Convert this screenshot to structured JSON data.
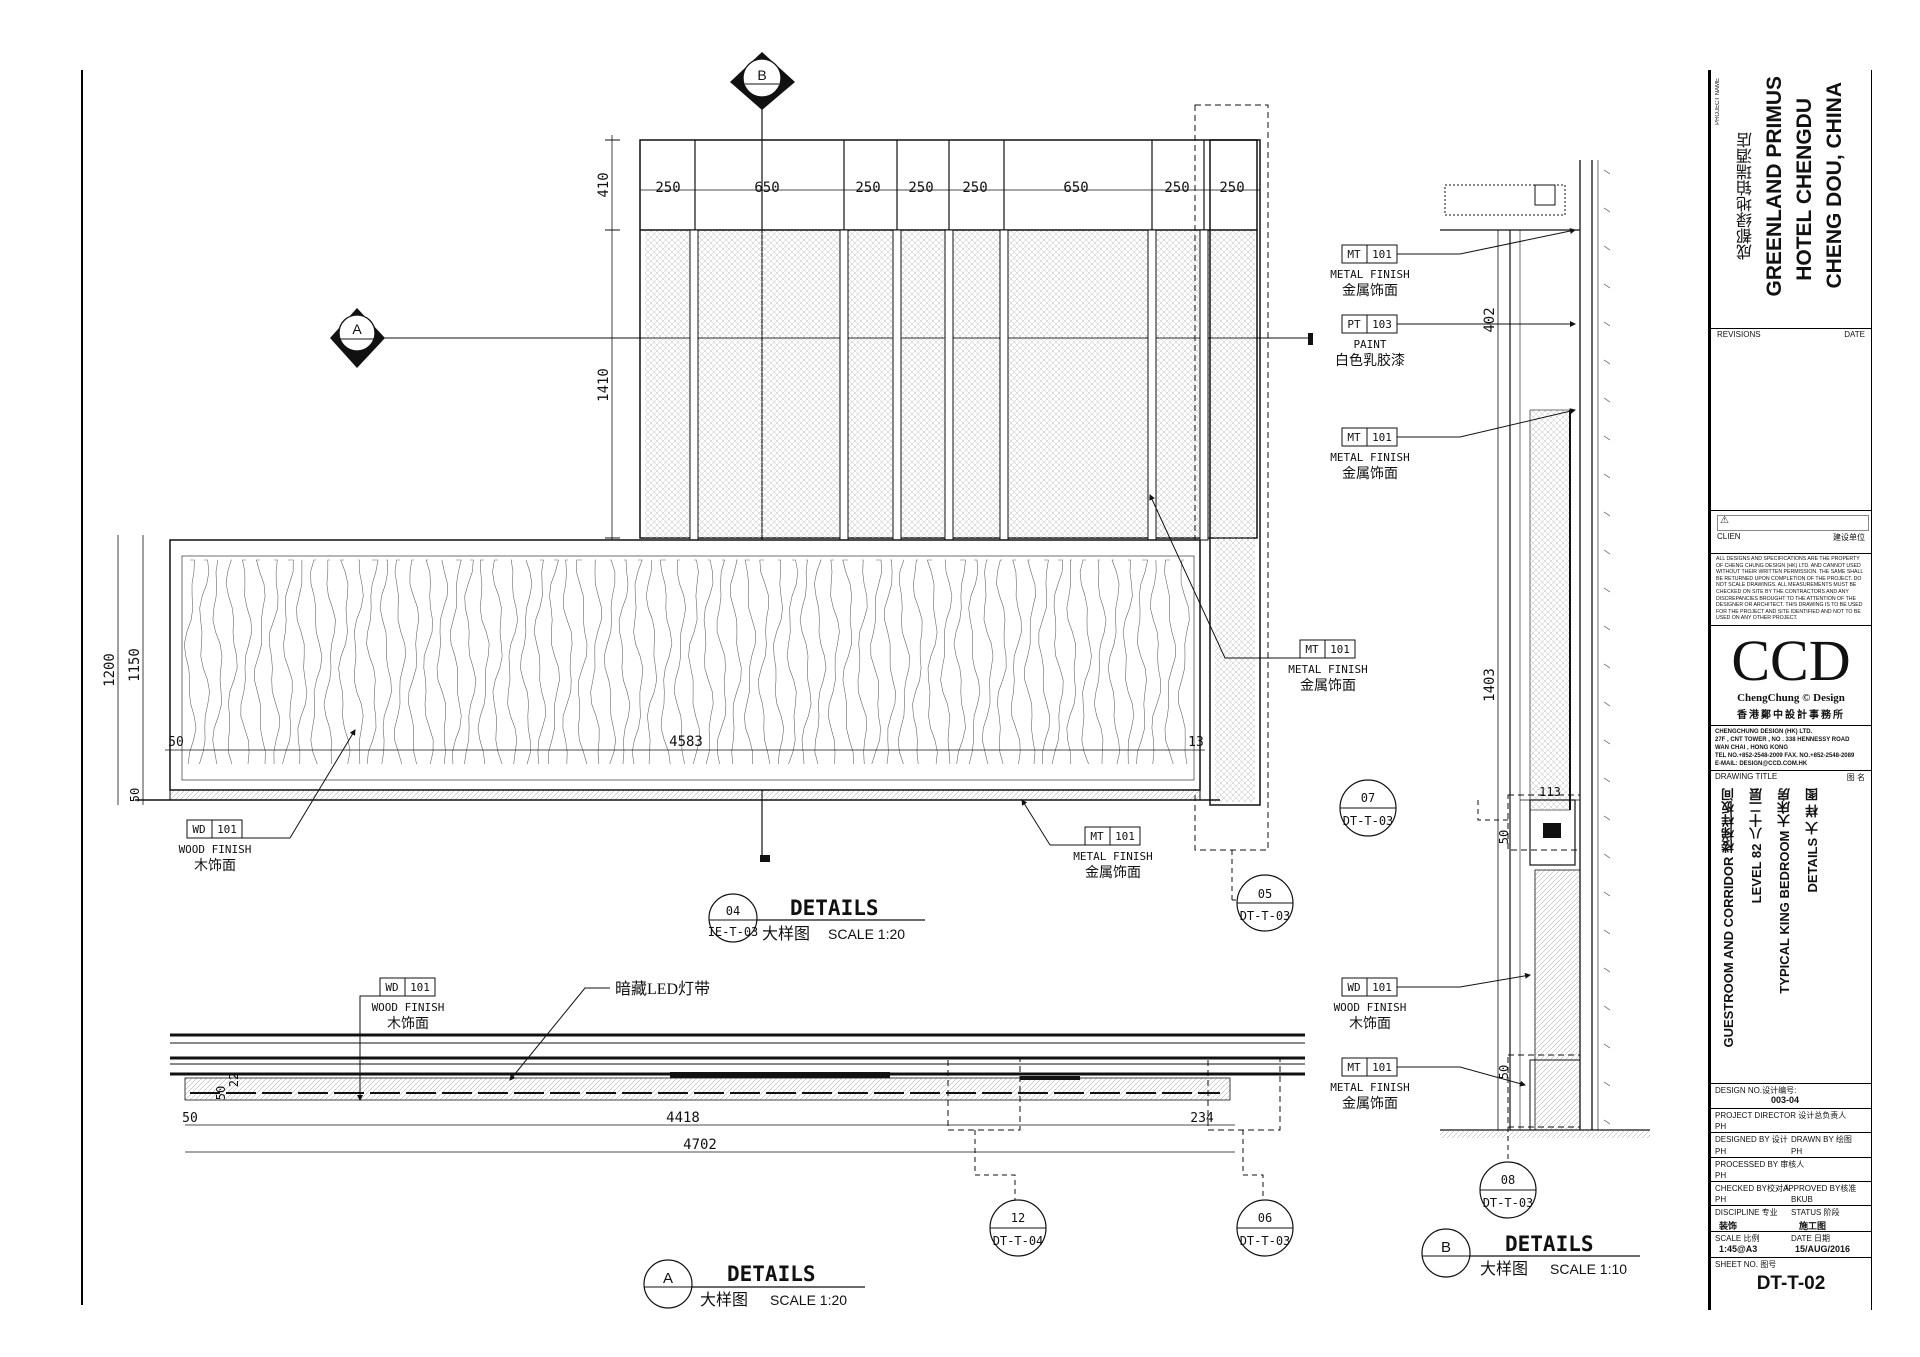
{
  "elevation": {
    "section_tags": [
      {
        "letter": "B"
      },
      {
        "letter": "A"
      }
    ],
    "top_dims": [
      "250",
      "650",
      "250",
      "250",
      "250",
      "650",
      "250",
      "250"
    ],
    "vertical_dims": [
      "410",
      "1410",
      "1200",
      "1150",
      "50"
    ],
    "bottom_dims": [
      "50",
      "4583",
      "13"
    ],
    "callouts": [
      {
        "code": "WD",
        "num": "101",
        "en": "WOOD FINISH",
        "cn": "木饰面"
      },
      {
        "code": "MT",
        "num": "101",
        "en": "METAL FINISH",
        "cn": "金属饰面"
      },
      {
        "code": "MT",
        "num": "101",
        "en": "METAL FINISH",
        "cn": "金属饰面"
      }
    ],
    "ref_05": {
      "num": "05",
      "sheet": "DT-T-03"
    },
    "title": {
      "num": "04",
      "sheet": "IE-T-03",
      "heading": "DETAILS",
      "cn": "大样图",
      "scale": "SCALE   1:20"
    }
  },
  "plan": {
    "callout": {
      "code": "WD",
      "num": "101",
      "en": "WOOD FINISH",
      "cn": "木饰面"
    },
    "led_label": "暗藏LED灯带",
    "dims": [
      "50",
      "4418",
      "234",
      "4702",
      "50",
      "22"
    ],
    "refs": [
      {
        "num": "12",
        "sheet": "DT-T-04"
      },
      {
        "num": "06",
        "sheet": "DT-T-03"
      }
    ],
    "title": {
      "letter": "A",
      "heading": "DETAILS",
      "cn": "大样图",
      "scale": "SCALE   1:20"
    }
  },
  "section": {
    "callouts": [
      {
        "code": "MT",
        "num": "101",
        "en": "METAL FINISH",
        "cn": "金属饰面"
      },
      {
        "code": "PT",
        "num": "103",
        "en": "PAINT",
        "cn": "白色乳胶漆"
      },
      {
        "code": "MT",
        "num": "101",
        "en": "METAL FINISH",
        "cn": "金属饰面"
      },
      {
        "code": "WD",
        "num": "101",
        "en": "WOOD FINISH",
        "cn": "木饰面"
      },
      {
        "code": "MT",
        "num": "101",
        "en": "METAL FINISH",
        "cn": "金属饰面"
      }
    ],
    "dims": [
      "402",
      "1403",
      "113",
      "50",
      "50"
    ],
    "refs": [
      {
        "num": "07",
        "sheet": "DT-T-03"
      },
      {
        "num": "08",
        "sheet": "DT-T-03"
      }
    ],
    "title": {
      "letter": "B",
      "heading": "DETAILS",
      "cn": "大样图",
      "scale": "SCALE   1:10"
    }
  },
  "title_block": {
    "project_name_label": "PROJECT NAME",
    "project_cn": "成都绿地铂瑞酒店",
    "project_lines": [
      "GREENLAND PRIMUS",
      "HOTEL CHENGDU",
      "CHENG DOU, CHINA"
    ],
    "revisions": "REVISIONS",
    "date_label": "DATE",
    "client": "CLIEN",
    "client_cn": "建设单位",
    "notice": "ALL DESIGNS AND SPECIFICATIONS ARE THE PROPERTY OF CHENG CHUNG DESIGN (HK) LTD. AND CANNOT USED WITHOUT THEIR WRITTEN PERMISSION. THE SAME SHALL BE RETURNED UPON COMPLETION OF THE PROJECT. DO NOT SCALE DRAWINGS. ALL MEASUREMENTS MUST BE CHECKED ON SITE BY THE CONTRACTORS AND ANY DISCREPANCIES BROUGHT TO THE ATTENTION OF THE DESIGNER OR ARCHITECT. THIS DRAWING IS TO BE USED FOR THE PROJECT AND SITE IDENTIFIED AND NOT TO BE USED ON ANY OTHER PROJECT.",
    "logo": "CCD",
    "logo_sub": "ChengChung © Design",
    "logo_cn": "香港鄭中設計事務所",
    "company": "CHENGCHUNG DESIGN (HK) LTD.",
    "address1": "27F , CNT TOWER , NO . 338 HENNESSY ROAD",
    "address2": "WAN CHAI , HONG KONG",
    "tel": "TEL NO.+852-2548-2009   FAX. NO.+852-2548-2089",
    "email": "E-MAIL: DESIGN@CCD.COM.HK",
    "drawing_title_label": "DRAWING TITLE",
    "drawing_title_cn_label": "图 名",
    "drawing_title_lines": [
      "GUESTROOM AND CORRIDOR  楼梯样板间",
      "LEVEL 82   八十二层",
      "TYPICAL KING BEDROOM   大床房",
      "DETAILS                            大 样 图"
    ],
    "design_no_label": "DESIGN NO.设计编号:",
    "design_no": "003-04",
    "project_director": "PROJECT DIRECTOR   设计总负责人",
    "pd_val": "PH",
    "designed_by": "DESIGNED BY 设计",
    "drawn_by": "DRAWN BY  绘图",
    "designed_val": "PH",
    "drawn_val": "PH",
    "processed_by": "PROCESSED BY 审核人",
    "processed_val": "PH",
    "checked_by": "CHECKED BY校对人",
    "approved_by": "APPROVED BY核准",
    "checked_val": "PH",
    "approved_val": "BKUB",
    "discipline": "DISCIPLINE  专业",
    "status": "STATUS   阶段",
    "discipline_val": "装饰",
    "status_val": "施工图",
    "scale": "SCALE  比例",
    "date": "DATE    日期",
    "scale_val": "1:45@A3",
    "date_val": "15/AUG/2016",
    "sheet_no": "SHEET NO.  图号",
    "sheet_val": "DT-T-02"
  }
}
